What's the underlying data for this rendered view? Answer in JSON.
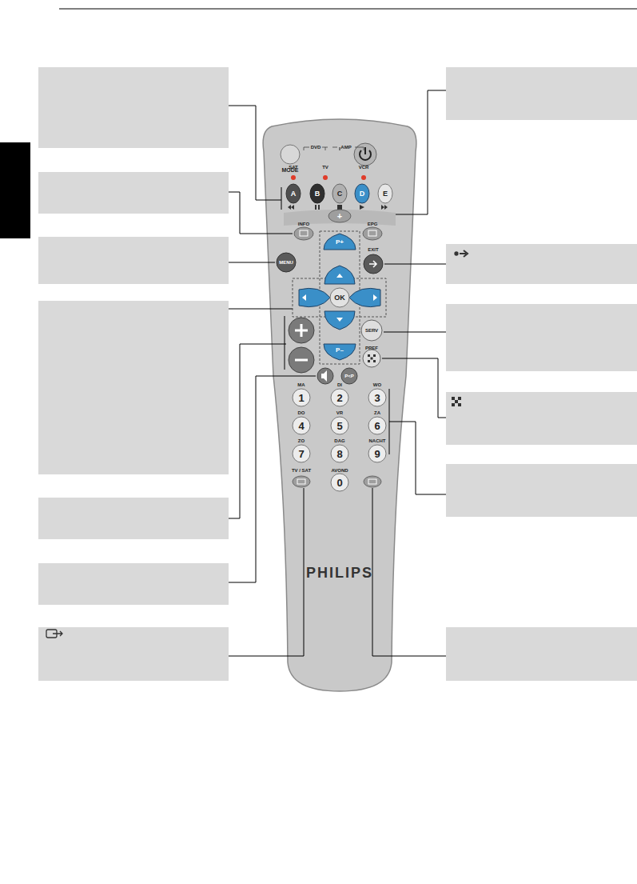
{
  "diagram": {
    "labels": [
      "MODE",
      "DVD",
      "AMP",
      "SAT",
      "TV",
      "VCR",
      "A",
      "B",
      "C",
      "D",
      "E",
      "INFO",
      "+",
      "EPG",
      "P+",
      "MENU",
      "EXIT",
      "OK",
      "SERV",
      "PREF",
      "P–",
      "P<P",
      "MA",
      "DI",
      "WO",
      "1",
      "2",
      "3",
      "DO",
      "VR",
      "ZA",
      "4",
      "5",
      "6",
      "ZO",
      "DAG",
      "NACHT",
      "7",
      "8",
      "9",
      "TV / SAT",
      "AVOND",
      "0",
      "PHILIPS"
    ]
  }
}
